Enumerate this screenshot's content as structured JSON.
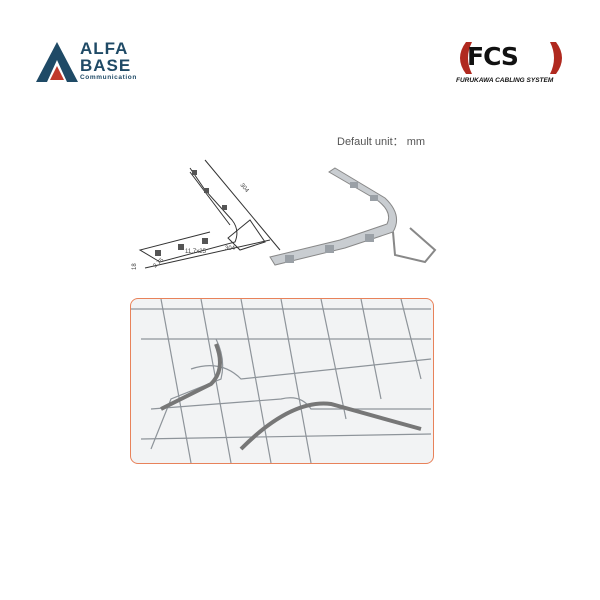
{
  "logos": {
    "alfa": {
      "line1": "ALFA",
      "line2": "BASE",
      "tagline": "Communication",
      "color": "#1f4a66",
      "accent": "#c0392b"
    },
    "fcs": {
      "word": "FCS",
      "tagline": "FURUKAWA CABLING SYSTEM",
      "accent": "#b0291f"
    }
  },
  "drawing": {
    "unit_note": "Default unit： mm",
    "dims": {
      "length_a": "304",
      "length_b": "304",
      "slot": "11.7x25",
      "width": "2.75",
      "height": "18"
    }
  },
  "photo": {
    "border_color": "#e8825a"
  }
}
